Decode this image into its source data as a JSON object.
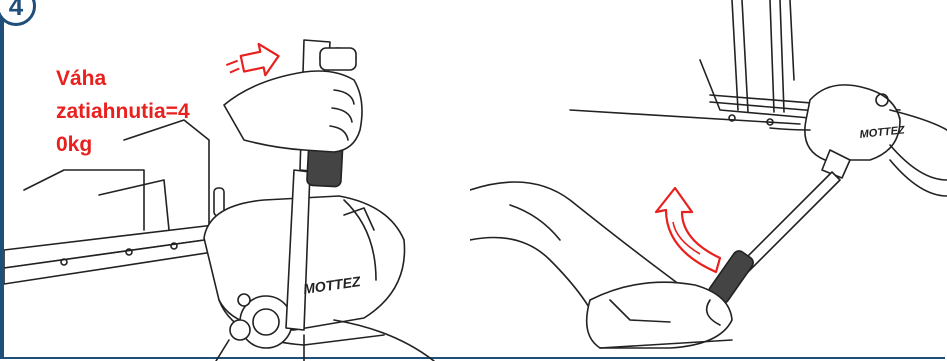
{
  "step": {
    "number": "4"
  },
  "note": {
    "text": "Váha\nzatiahnutia=4\n0kg"
  },
  "brand": {
    "left": "MOTTEZ",
    "right": "MOTTEZ"
  },
  "colors": {
    "frame": "#1f4e79",
    "annotation": "#e8201e",
    "line": "#222222"
  },
  "icons": {
    "push": "arrow-right-icon",
    "rotate": "curved-arrow-up-icon"
  }
}
